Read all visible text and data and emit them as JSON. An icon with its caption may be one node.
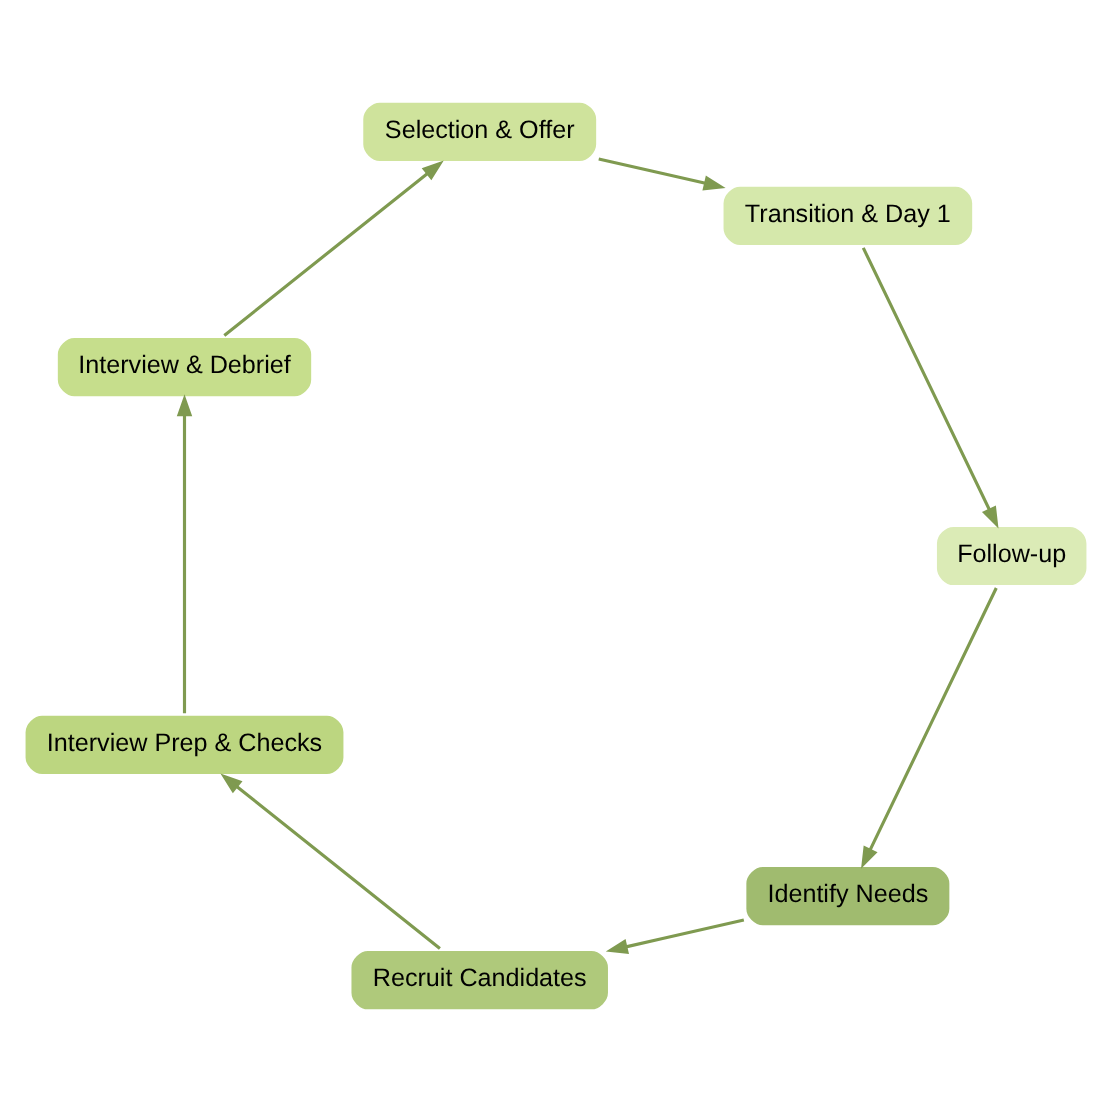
{
  "diagram": {
    "nodes": [
      {
        "text": [
          "Identify Needs"
        ]
      },
      {
        "text": [
          "Recruit Candidates"
        ]
      },
      {
        "text": [
          "Interview Prep & Checks"
        ]
      },
      {
        "text": [
          "Interview & Debrief"
        ]
      },
      {
        "text": [
          "Selection & Offer"
        ]
      },
      {
        "text": [
          "Transition & Day 1"
        ]
      },
      {
        "text": [
          "Follow-up"
        ]
      }
    ],
    "edges": [
      {
        "from": 0,
        "to": 1,
        "arrow": "to"
      },
      {
        "from": 1,
        "to": 2,
        "arrow": "to"
      },
      {
        "from": 2,
        "to": 3,
        "arrow": "to"
      },
      {
        "from": 3,
        "to": 4,
        "arrow": "to"
      },
      {
        "from": 4,
        "to": 5,
        "arrow": "to"
      },
      {
        "from": 5,
        "to": 6,
        "arrow": "to"
      },
      {
        "from": 6,
        "to": 0,
        "arrow": "to"
      }
    ]
  }
}
